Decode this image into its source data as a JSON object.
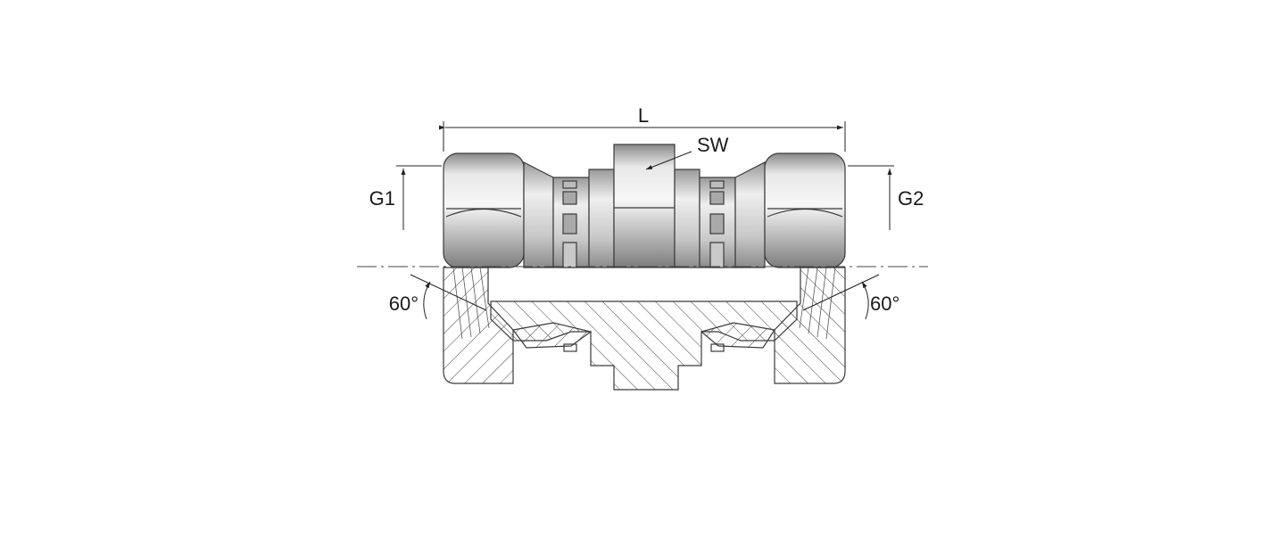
{
  "labels": {
    "length": "L",
    "wrench": "SW",
    "thread_left": "G1",
    "thread_right": "G2",
    "angle_left": "60°",
    "angle_right": "60°"
  },
  "colors": {
    "line": "#3a3a3a",
    "metal_light": "#f2f2f2",
    "metal_mid": "#c4c4c4",
    "metal_dark": "#8a8a8a",
    "section_fill": "#ffffff"
  }
}
